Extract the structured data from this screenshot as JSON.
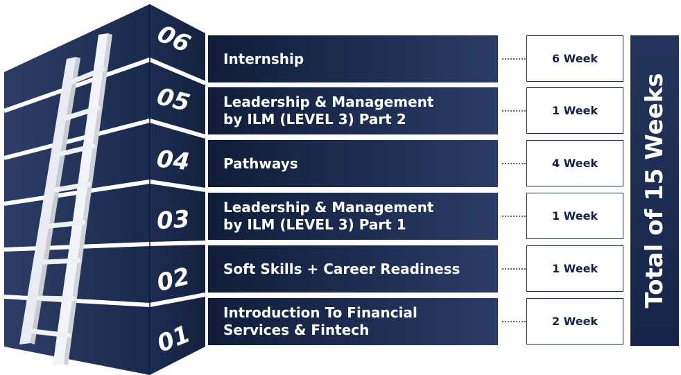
{
  "stages": [
    {
      "number": "06",
      "title_lines": [
        "Internship"
      ],
      "duration": "6 Week"
    },
    {
      "number": "05",
      "title_lines": [
        "Leadership & Management",
        "by ILM (LEVEL 3) Part 2"
      ],
      "duration": "1 Week"
    },
    {
      "number": "04",
      "title_lines": [
        "Pathways"
      ],
      "duration": "4 Week"
    },
    {
      "number": "03",
      "title_lines": [
        "Leadership & Management",
        "by ILM (LEVEL 3) Part 1"
      ],
      "duration": "1 Week"
    },
    {
      "number": "02",
      "title_lines": [
        "Soft Skills + Career Readiness"
      ],
      "duration": "1 Week"
    },
    {
      "number": "01",
      "title_lines": [
        "Introduction To Financial",
        "Services & Fintech"
      ],
      "duration": "2 Week"
    }
  ],
  "total_label": "Total of 15 Weeks",
  "colors": {
    "navy_dark": "#101d3a",
    "navy": "#1e2d52",
    "navy_light": "#2b3c66",
    "ladder": "#f2f3f6"
  }
}
